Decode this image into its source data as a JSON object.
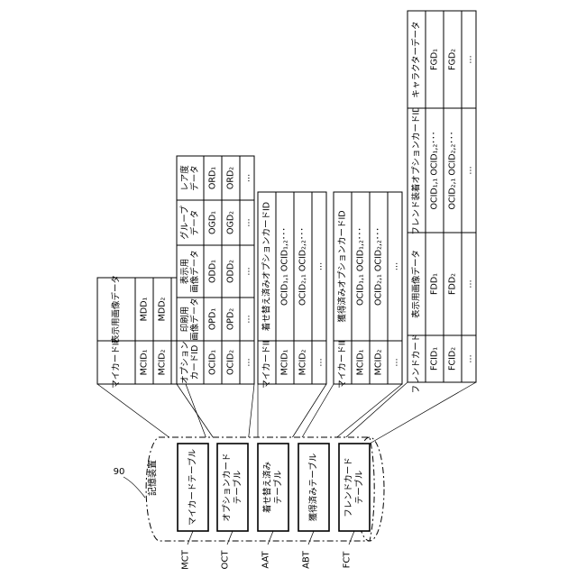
{
  "device": {
    "ref": "90",
    "title": "記憶装置"
  },
  "modules": [
    {
      "ref": "MCT",
      "lines": [
        "マイカードテーブル"
      ]
    },
    {
      "ref": "OCT",
      "lines": [
        "オプションカード",
        "テーブル"
      ]
    },
    {
      "ref": "AAT",
      "lines": [
        "着せ替え済み",
        "テーブル"
      ]
    },
    {
      "ref": "ABT",
      "lines": [
        "獲得済みテーブル"
      ]
    },
    {
      "ref": "FCT",
      "lines": [
        "フレンドカード",
        "テーブル"
      ]
    }
  ],
  "tables": [
    {
      "name": "mct",
      "headers": [
        [
          "マイカードID"
        ],
        [
          "表示用画像データ"
        ]
      ],
      "rows": [
        [
          "MCID₁",
          "MDD₁"
        ],
        [
          "MCID₂",
          "MDD₂"
        ],
        [
          "…",
          "…"
        ]
      ]
    },
    {
      "name": "oct",
      "headers": [
        [
          "オプション",
          "カードID"
        ],
        [
          "印刷用",
          "画像データ"
        ],
        [
          "表示用",
          "画像データ"
        ],
        [
          "グループ",
          "データ"
        ],
        [
          "レア度",
          "データ"
        ]
      ],
      "rows": [
        [
          "OCID₁",
          "OPD₁",
          "ODD₁",
          "OGD₁",
          "ORD₁"
        ],
        [
          "OCID₂",
          "OPD₂",
          "ODD₂",
          "OGD₂",
          "ORD₂"
        ],
        [
          "…",
          "…",
          "…",
          "…",
          "…"
        ]
      ]
    },
    {
      "name": "aat",
      "headers": [
        [
          "マイカードID"
        ],
        [
          "着せ替え済みオプションカードID"
        ]
      ],
      "rows": [
        [
          "MCID₁",
          "OCID₁,₁ OCID₁,₂･･･"
        ],
        [
          "MCID₂",
          "OCID₂,₁ OCID₂,₂･･･"
        ],
        [
          "…",
          "…"
        ]
      ]
    },
    {
      "name": "abt",
      "headers": [
        [
          "マイカードID"
        ],
        [
          "獲得済みオプションカードID"
        ]
      ],
      "rows": [
        [
          "MCID₁",
          "OCID₁,₁ OCID₁,₂･･･"
        ],
        [
          "MCID₂",
          "OCID₂,₁ OCID₂,₂･･･"
        ],
        [
          "…",
          "…"
        ]
      ]
    },
    {
      "name": "fct",
      "headers": [
        [
          "フレンドカードID"
        ],
        [
          "表示用画像データ"
        ],
        [
          "フレンド装着オプションカードID"
        ],
        [
          "キャラクターデータ"
        ]
      ],
      "rows": [
        [
          "FCID₁",
          "FDD₁",
          "OCID₁,₁ OCID₁,₂･･･",
          "FGD₁"
        ],
        [
          "FCID₂",
          "FDD₂",
          "OCID₂,₁ OCID₂,₂･･･",
          "FGD₂"
        ],
        [
          "…",
          "…",
          "…",
          "…"
        ]
      ]
    }
  ]
}
